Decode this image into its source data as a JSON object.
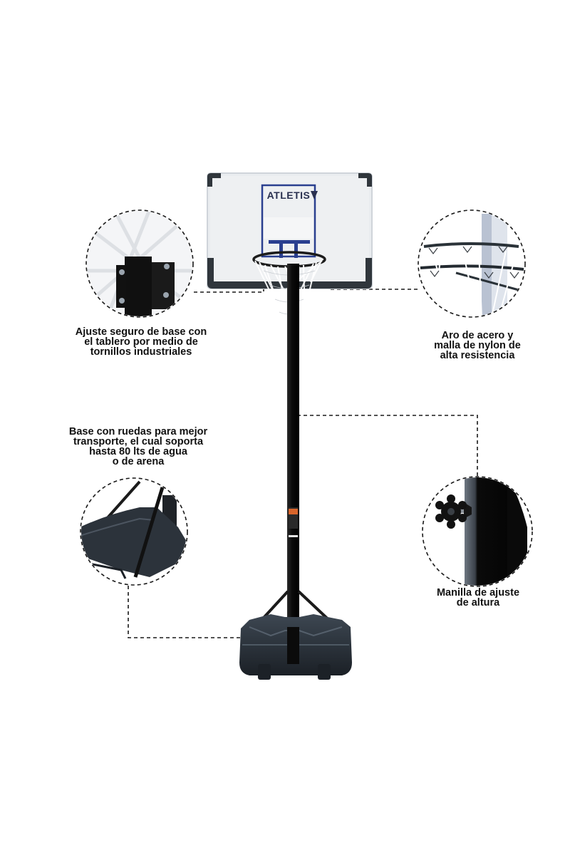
{
  "product": {
    "brand": "ATLETIS",
    "colors": {
      "pole": "#0d0d0d",
      "base": "#2b323a",
      "backboard_frame": "#2e3338",
      "backboard_panel": "#e9ecef",
      "inner_square": "#2a3f8f",
      "dash_line": "#1a1a1a",
      "text": "#111111"
    }
  },
  "callouts": [
    {
      "id": "base-mount",
      "lines": [
        "Ajuste seguro de base con",
        "el tablero por medio de",
        "tornillos industriales"
      ]
    },
    {
      "id": "rim-net",
      "lines": [
        "Aro de acero y",
        "malla de nylon de",
        "alta resistencia"
      ]
    },
    {
      "id": "wheeled-base",
      "lines": [
        "Base con ruedas para mejor",
        "transporte, el cual soporta",
        "hasta 80 lts de agua",
        "o de arena"
      ]
    },
    {
      "id": "height-knob",
      "lines": [
        "Manilla de ajuste",
        "de altura"
      ]
    }
  ]
}
